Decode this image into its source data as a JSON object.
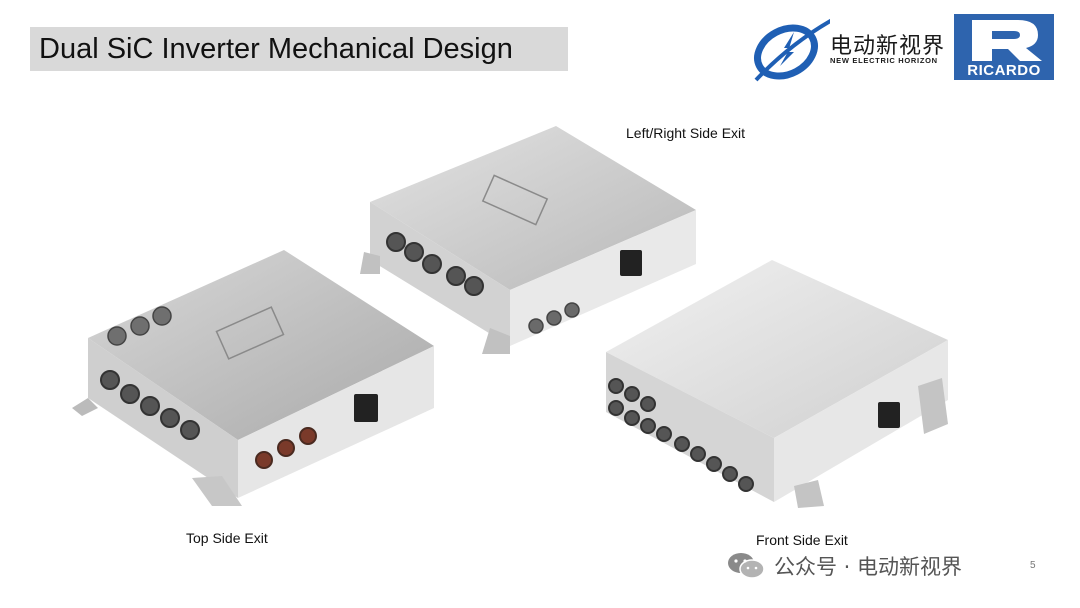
{
  "slide": {
    "title": "Dual SiC Inverter Mechanical Design",
    "page_number": "5"
  },
  "logos": {
    "new_horizon_cn": "电动新视界",
    "new_horizon_en": "NEW ELECTRIC HORIZON",
    "ricardo": "RICARDO"
  },
  "products": [
    {
      "label": "Top Side Exit"
    },
    {
      "label": "Left/Right Side Exit"
    },
    {
      "label": "Front Side Exit"
    }
  ],
  "watermark": {
    "text": "公众号 · 电动新视界"
  },
  "colors": {
    "title_bg": "#d9d9d9",
    "ricardo_blue": "#2e64ae",
    "horizon_blue": "#1f5fb4"
  }
}
